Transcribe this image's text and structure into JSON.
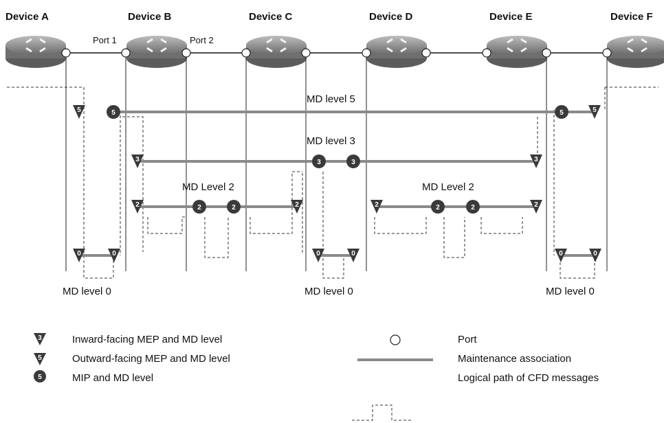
{
  "devices": [
    {
      "name": "Device A"
    },
    {
      "name": "Device B"
    },
    {
      "name": "Device C"
    },
    {
      "name": "Device D"
    },
    {
      "name": "Device E"
    },
    {
      "name": "Device F"
    }
  ],
  "port_labels": {
    "port1": "Port 1",
    "port2": "Port 2"
  },
  "md_labels": {
    "md5": "MD level 5",
    "md3": "MD level 3",
    "md2_left": "MD Level 2",
    "md2_right": "MD Level 2",
    "md0_left": "MD level 0",
    "md0_mid": "MD level 0",
    "md0_right": "MD level 0"
  },
  "marker_levels": {
    "md5": "5",
    "md3": "3",
    "md2": "2",
    "md0": "0"
  },
  "legend": {
    "inward": {
      "sample": "3",
      "label": "Inward-facing  MEP and MD level"
    },
    "outward": {
      "sample": "5",
      "label": "Outward-facing  MEP and MD level"
    },
    "mip": {
      "sample": "5",
      "label": "MIP and MD level"
    },
    "port": {
      "label": "Port"
    },
    "ma": {
      "label": "Maintenance association"
    },
    "path": {
      "label": "Logical path of CFD messages"
    }
  },
  "colors": {
    "mep": "#3a3a3a",
    "mip": "#3a3a3a",
    "ma_line": "#8a8a8a",
    "device": "#7d7d7d"
  }
}
